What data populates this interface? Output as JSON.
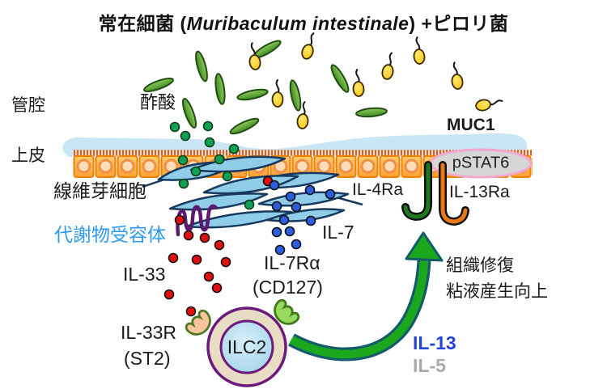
{
  "title": {
    "prefix": "常在細菌 (",
    "species": "Muribaculum intestinale",
    "suffix": ") +ピロリ菌"
  },
  "side_labels": {
    "lumen": "管腔",
    "epithelium": "上皮"
  },
  "annotations": {
    "acetate": "酢酸",
    "fibroblast": "線維芽細胞",
    "metabolite_receptor": "代謝物受容体",
    "il33": "IL-33",
    "il7": "IL-7",
    "il7ra": "IL-7Rα",
    "il7ra_alt": "(CD127)",
    "il33r": "IL-33R",
    "il33r_alt": "(ST2)",
    "muc1": "MUC1",
    "pstat6": "pSTAT6",
    "il4ra": "IL-4Ra",
    "il13ra": "IL-13Ra",
    "ilc2": "ILC2",
    "outcome_line1": "組織修復",
    "outcome_line2": "粘液産生向上",
    "il13": "IL-13",
    "il5": "IL-5"
  },
  "colors": {
    "metabolite_receptor_label": "#2e9bf0",
    "il13_label": "#2244dd",
    "il5_label": "#a9a9a9",
    "acetate_dot": "#0fa054",
    "il33_dot": "#e01010",
    "il7_dot": "#2b5ddf",
    "arrow_green": "#1ca81c",
    "arrow_outline": "#145c6b",
    "mucus_layer": "#c9e6f5",
    "epithelium_cell": "#ffb347",
    "fibroblast_fill": "#8fcde8",
    "ilc2_outer_ring": "#e8dcc4",
    "ilc2_inner": "#a8d8ef",
    "ilc2_border": "#6b1a7b",
    "pstat6_fill": "#d6d6d6",
    "pstat6_border": "#f2a8cc",
    "il4ra_receptor": "#1f7a1f",
    "il13ra_receptor": "#e87818",
    "il33r_receptor": "#f6c49e",
    "il7r_receptor": "#98d95f",
    "metabolite_receptor_shape": "#5c1a6e",
    "green_bacterium": "#5aab34",
    "pylori_bacterium": "#f5a623"
  }
}
